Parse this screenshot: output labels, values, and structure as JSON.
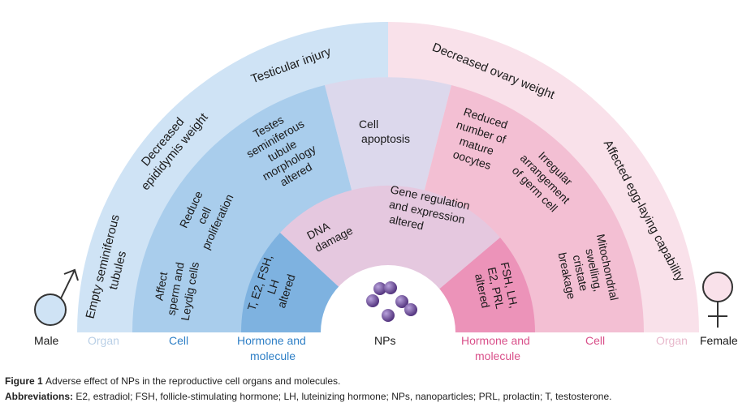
{
  "bottom_labels": {
    "male": "Male",
    "female": "Female",
    "organ_left": "Organ",
    "cell_left": "Cell",
    "hormone_left_1": "Hormone and",
    "hormone_left_2": "molecule",
    "nps": "NPs",
    "hormone_right_1": "Hormone and",
    "hormone_right_2": "molecule",
    "cell_right": "Cell",
    "organ_right": "Organ"
  },
  "male_organ": {
    "empty_tubules_1": "Empty seminiferous",
    "empty_tubules_2": "tubules",
    "epididymis_1": "Decreased",
    "epididymis_2": "epididymis weight",
    "testicular": "Testicular injury"
  },
  "male_cell": {
    "affect_1": "Affect",
    "affect_2": "sperm and",
    "affect_3": "Leydig cells",
    "reduce_1": "Reduce",
    "reduce_2": "cell",
    "reduce_3": "proliferation",
    "testes_1": "Testes",
    "testes_2": "seminiferous",
    "testes_3": "tubule",
    "testes_4": "morphology",
    "testes_5": "altered"
  },
  "male_hormone": {
    "line1": "T, E2, FSH,",
    "line2": "LH",
    "line3": "altered"
  },
  "shared": {
    "apoptosis_1": "Cell",
    "apoptosis_2": "apoptosis",
    "dna_1": "DNA",
    "dna_2": "damage",
    "gene_1": "Gene regulation",
    "gene_2": "and expression",
    "gene_3": "altered"
  },
  "female_organ": {
    "ovary": "Decreased ovary weight",
    "egg": "Affected egg-laying capability"
  },
  "female_cell": {
    "reduced_1": "Reduced",
    "reduced_2": "number of",
    "reduced_3": "mature",
    "reduced_4": "oocytes",
    "irregular_1": "Irregular",
    "irregular_2": "arrangement",
    "irregular_3": "of germ cell",
    "mito_1": "Mitochondrial",
    "mito_2": "swelling,",
    "mito_3": "cristate",
    "mito_4": "breakage"
  },
  "female_hormone": {
    "line1": "FSH, LH,",
    "line2": "E2, PRL",
    "line3": "altered"
  },
  "caption": {
    "figure_label": "Figure 1",
    "figure_text": "Adverse effect of NPs in the reproductive cell organs and molecules.",
    "abbr_label": "Abbreviations:",
    "abbr_text": "E2, estradiol; FSH, follicle-stimulating hormone; LH, luteinizing hormone; NPs, nanoparticles; PRL, prolactin; T, testosterone."
  },
  "colors": {
    "male_organ": "#cfe3f5",
    "male_cell": "#a9cdec",
    "male_hormone": "#7eb2e0",
    "shared_outer": "#dcd8ec",
    "shared_inner": "#e5c8df",
    "female_organ": "#f9e1ea",
    "female_cell": "#f3bfd3",
    "female_hormone": "#ec93b9",
    "male_text": "#2e7fc6",
    "female_text": "#d9508a",
    "faint_text": "#b9cfe6",
    "np_particle": "#6f4ea5"
  }
}
